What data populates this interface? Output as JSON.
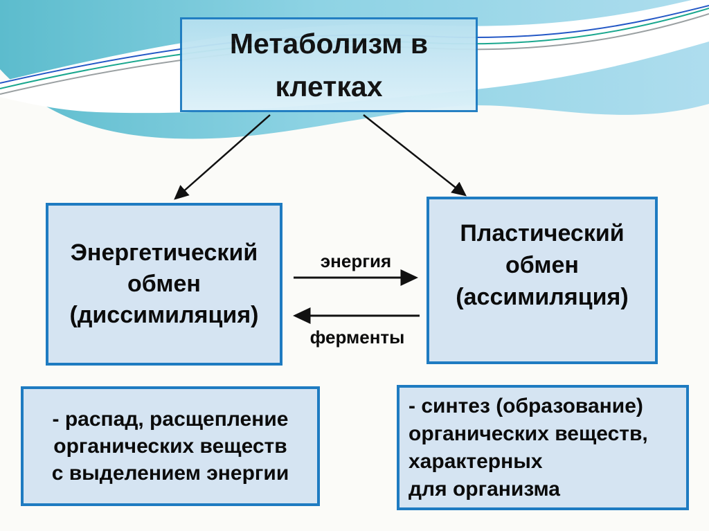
{
  "colors": {
    "accent-border": "#1e7bc1",
    "box-fill": "#d5e4f2",
    "title-fill-top": "#b4dfef",
    "title-fill-bottom": "#ddf1f9",
    "arrow-black": "#111111",
    "wave-teal": "#5fbdcf",
    "wave-light": "#aeddee",
    "line-green": "#1aa78e",
    "line-blue": "#2458c6",
    "line-gray": "#9aa0a2"
  },
  "title_box": {
    "text": "Метаболизм в\nклетках"
  },
  "energy_box": {
    "text": "Энергетический\nобмен\n(диссимиляция)"
  },
  "plastic_box": {
    "text": "Пластический\nобмен\n(ассимиляция)"
  },
  "flow_labels": {
    "energy": "энергия",
    "enzymes": "ферменты"
  },
  "energy_description_box": {
    "text": "- распад, расщепление\nорганических веществ\nс выделением энергии"
  },
  "plastic_description_box": {
    "text": "- синтез (образование)\nорганических веществ,\nхарактерных\nдля организма"
  }
}
